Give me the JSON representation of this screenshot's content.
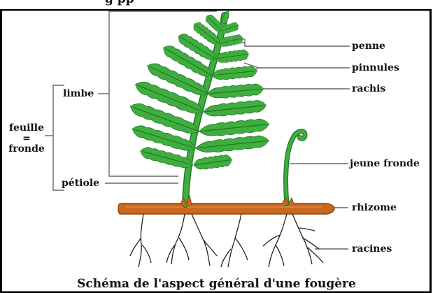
{
  "diagram": {
    "top_title_partial": "g              pp",
    "caption": "Schéma de l'aspect général d'une fougère",
    "labels": {
      "feuille": "feuille",
      "equals": "=",
      "fronde": "fronde",
      "limbe": "limbe",
      "petiole": "pétiole",
      "penne": "penne",
      "pinnules": "pinnules",
      "rachis": "rachis",
      "jeune_fronde": "jeune fronde",
      "rhizome": "rhizome",
      "racines": "racines"
    },
    "colors": {
      "frond_green": "#3fae3f",
      "frond_dark": "#1f7a24",
      "rhizome_brown": "#c8691f",
      "rhizome_dark": "#8a4310",
      "root_dark": "#222222",
      "border": "#000000",
      "line_gray": "#555555"
    }
  }
}
